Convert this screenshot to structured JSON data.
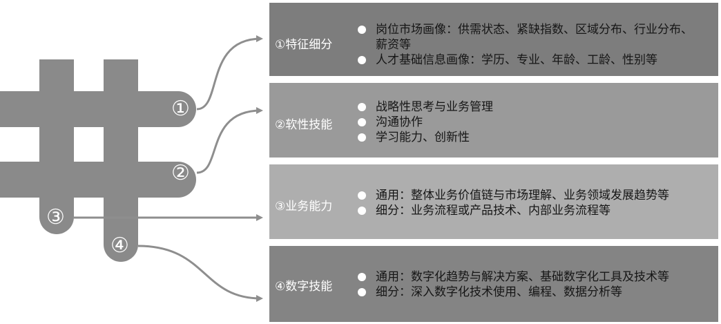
{
  "colors": {
    "hash": "#8a8a8a",
    "arrow": "#8e8e8e",
    "panel_1": "#7d7d7d",
    "panel_2": "#9a9a9a",
    "panel_3": "#aeaeae",
    "panel_4": "#848484"
  },
  "hash_labels": [
    "①",
    "②",
    "③",
    "④"
  ],
  "panels": [
    {
      "title": "①特征细分",
      "bullets": [
        "岗位市场画像：供需状态、紧缺指数、区域分布、行业分布、薪资等",
        "人才基础信息画像：学历、专业、年龄、工龄、性别等"
      ]
    },
    {
      "title": "②软性技能",
      "bullets": [
        "战略性思考与业务管理",
        "沟通协作",
        "学习能力、创新性"
      ]
    },
    {
      "title": "③业务能力",
      "bullets": [
        "通用：整体业务价值链与市场理解、业务领域发展趋势等",
        "细分：业务流程或产品技术、内部业务流程等"
      ]
    },
    {
      "title": "④数字技能",
      "bullets": [
        "通用：数字化趋势与解决方案、基础数字化工具及技术等",
        "细分：深入数字化技术使用、编程、数据分析等"
      ]
    }
  ]
}
